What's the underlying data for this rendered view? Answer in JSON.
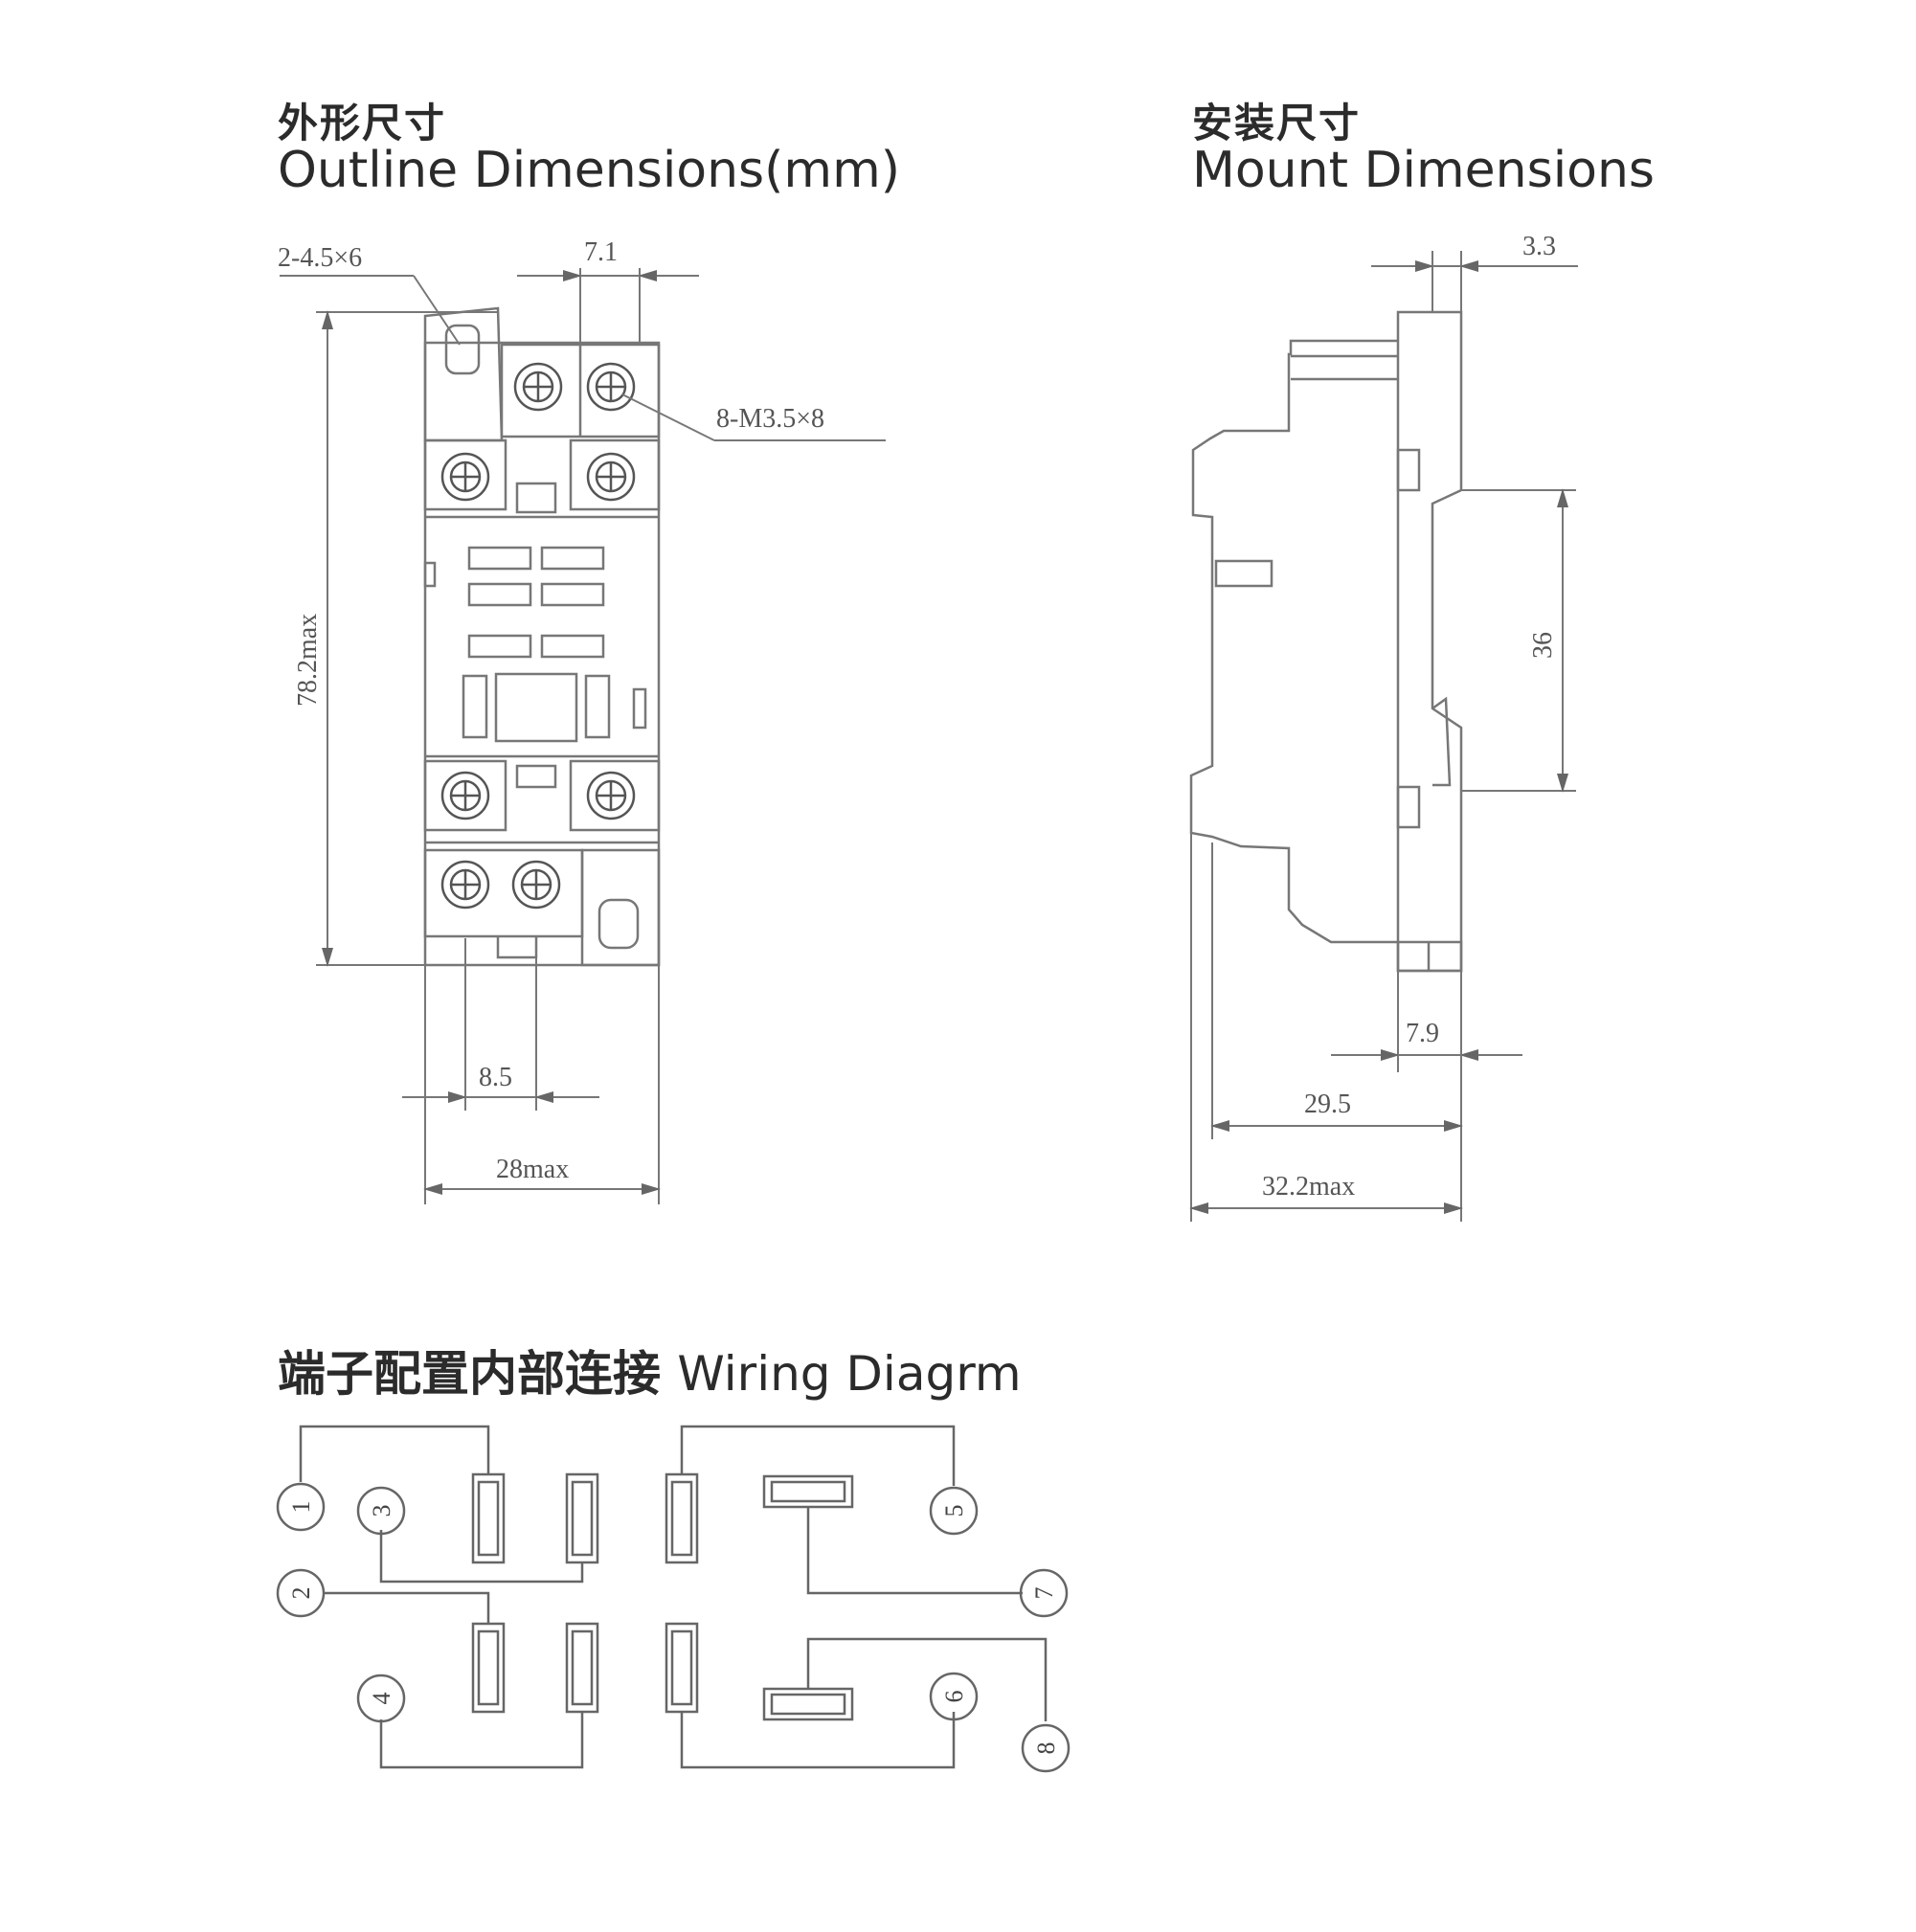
{
  "outline": {
    "title_cn": "外形尺寸",
    "title_en": "Outline Dimensions(mm)",
    "dims": {
      "mount_holes": "2-4.5×6",
      "terminal_pitch_top": "7.1",
      "screws": "8-M3.5×8",
      "height": "78.2max",
      "terminal_pitch_bottom": "8.5",
      "width": "28max"
    }
  },
  "mount": {
    "title_cn": "安装尺寸",
    "title_en": "Mount Dimensions",
    "dims": {
      "top_offset": "3.3",
      "rail_spacing": "36",
      "bottom_offset": "7.9",
      "depth": "29.5",
      "overall_depth": "32.2max"
    }
  },
  "wiring": {
    "title_cn": "端子配置内部连接",
    "title_en": "Wiring Diagrm",
    "terminals": [
      "1",
      "2",
      "3",
      "4",
      "5",
      "6",
      "7",
      "8"
    ]
  }
}
